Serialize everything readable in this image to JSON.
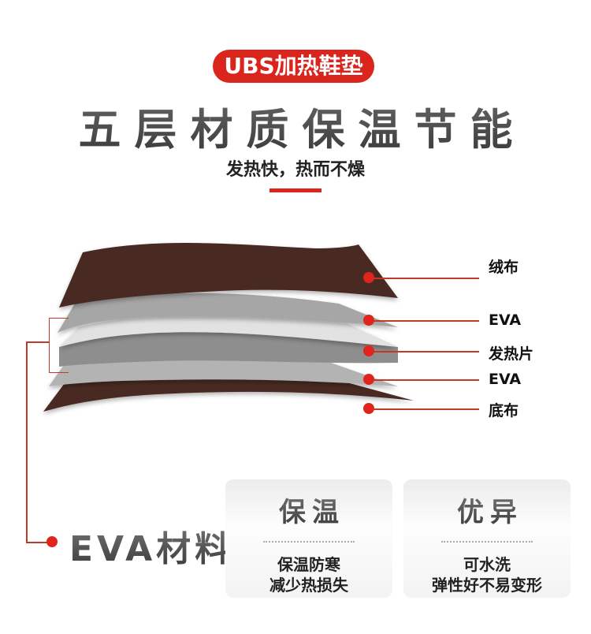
{
  "header": {
    "badge": "UBS加热鞋垫",
    "title": "五层材质保温节能",
    "subtitle": "发热快，热而不燥"
  },
  "layers": [
    {
      "label": "绒布",
      "material": "fleece",
      "color": "#4a2a24"
    },
    {
      "label": "EVA",
      "material": "eva-foam",
      "color": "#a9a9a9"
    },
    {
      "label": "发热片",
      "material": "heating-sheet",
      "color": "#d8d8d8"
    },
    {
      "label": "EVA",
      "material": "eva-foam",
      "color": "#b0b0b0"
    },
    {
      "label": "底布",
      "material": "base-fabric",
      "color": "#4a2a24"
    }
  ],
  "eva_section": {
    "title": "EVA材料"
  },
  "cards": [
    {
      "heading": "保温",
      "lines": [
        "保温防寒",
        "减少热损失"
      ]
    },
    {
      "heading": "优异",
      "lines": [
        "可水洗",
        "弹性好不易变形"
      ]
    }
  ],
  "colors": {
    "accent": "#d9251c",
    "brown": "#4a2a24"
  }
}
